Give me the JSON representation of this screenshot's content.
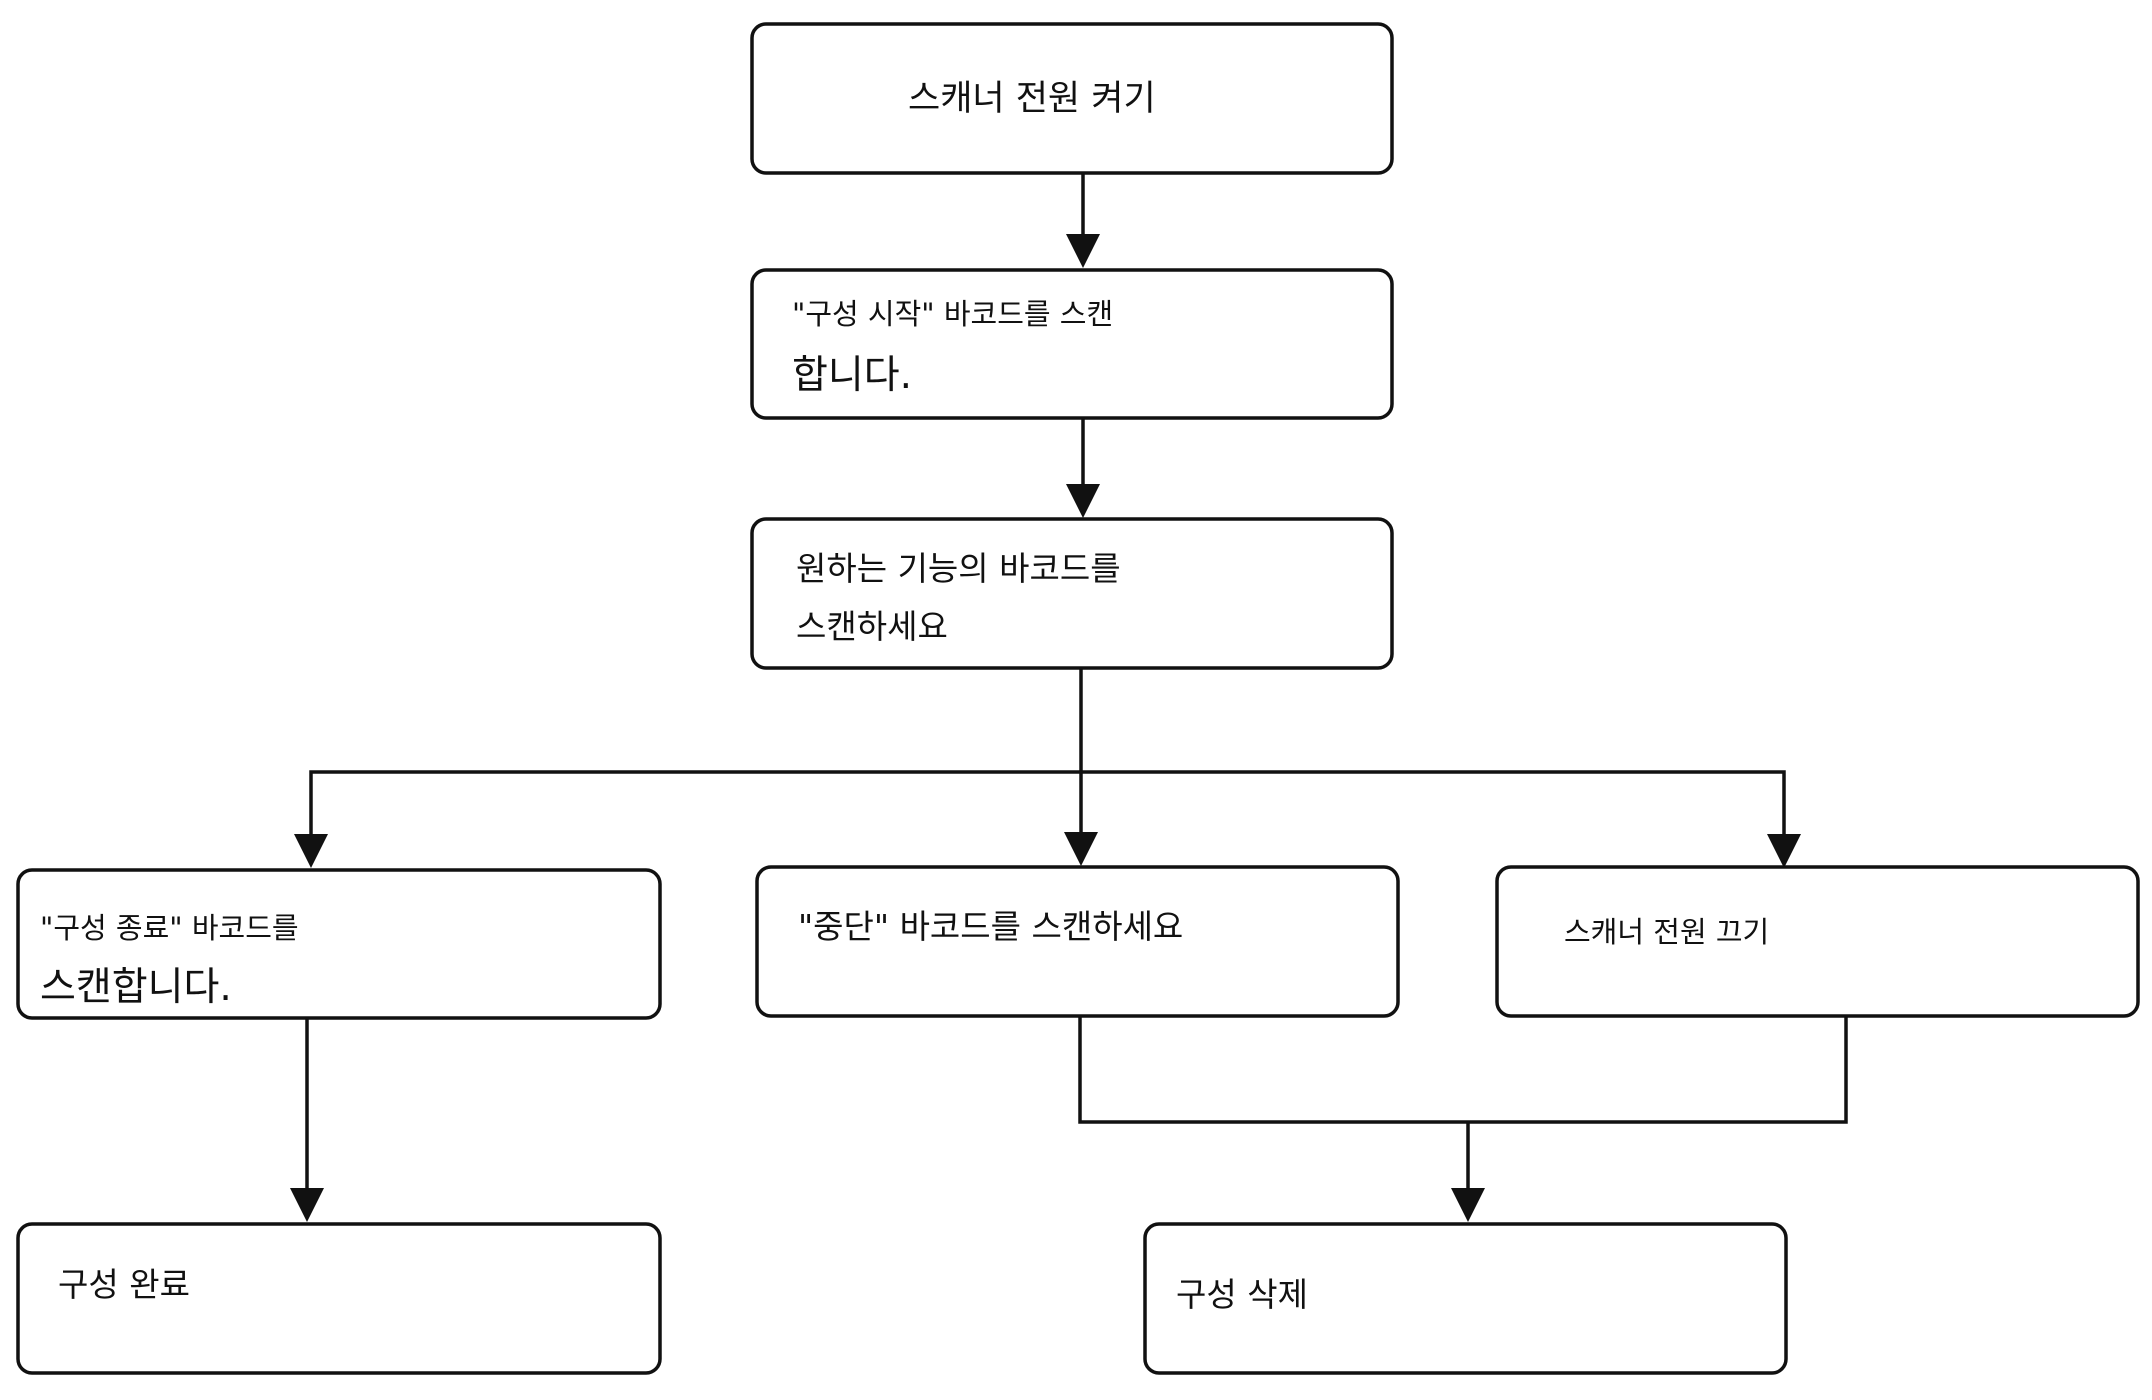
{
  "nodes": {
    "power_on": {
      "line1": "스캐너 전원 켜기"
    },
    "start_config": {
      "line1": "\"구성 시작\" 바코드를 스캔",
      "line2": "합니다."
    },
    "scan_feature": {
      "line1": "원하는 기능의 바코드를",
      "line2": "스캔하세요"
    },
    "end_config": {
      "line1": "\"구성 종료\" 바코드를",
      "line2": "스캔합니다."
    },
    "abort": {
      "line1": "\"중단\" 바코드를 스캔하세요"
    },
    "power_off": {
      "line1": "스캐너 전원 끄기"
    },
    "config_complete": {
      "line1": "구성 완료"
    },
    "config_delete": {
      "line1": "구성 삭제"
    }
  },
  "colors": {
    "stroke": "#111111",
    "box_fill": "#ffffff",
    "background": "#ffffff"
  }
}
